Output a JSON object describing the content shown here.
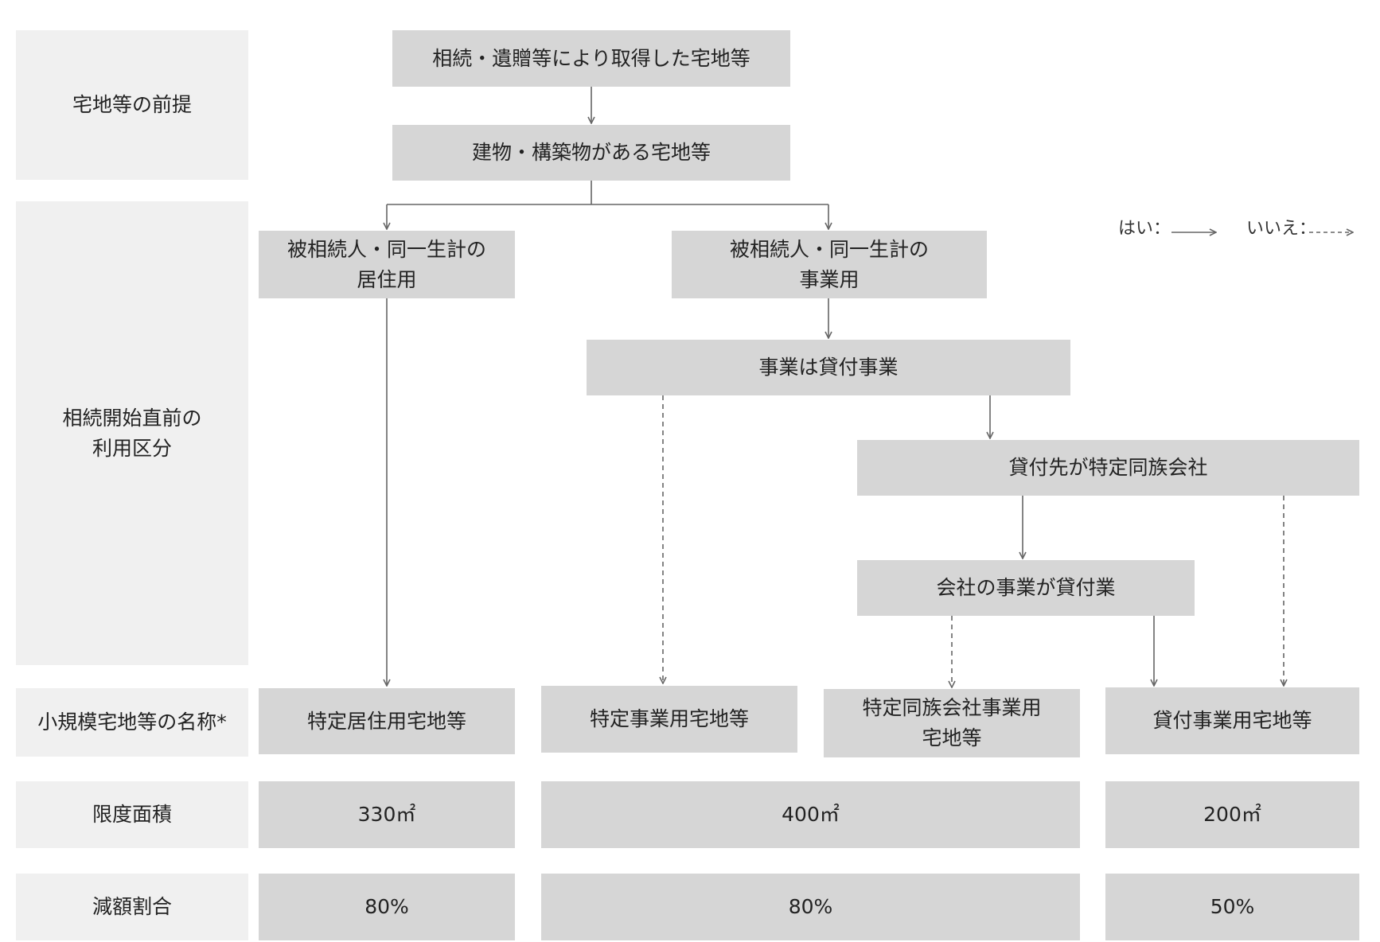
{
  "row_labels": {
    "premise": "宅地等の前提",
    "usage": "相続開始直前の\n利用区分",
    "name": "小規模宅地等の名称*",
    "limit_area": "限度面積",
    "reduction_rate": "減額割合"
  },
  "nodes": {
    "acquired": "相続・遺贈等により取得した宅地等",
    "building": "建物・構築物がある宅地等",
    "residential_use": "被相続人・同一生計の\n居住用",
    "business_use": "被相続人・同一生計の\n事業用",
    "lending_business": "事業は貸付事業",
    "lessee_family_company": "貸付先が特定同族会社",
    "company_lending": "会社の事業が貸付業"
  },
  "categories": {
    "specific_residential": "特定居住用宅地等",
    "specific_business": "特定事業用宅地等",
    "specific_family_company": "特定同族会社事業用\n宅地等",
    "lending_business_land": "貸付事業用宅地等"
  },
  "limits": {
    "residential": "330㎡",
    "business": "400㎡",
    "lending": "200㎡"
  },
  "rates": {
    "residential": "80%",
    "business": "80%",
    "lending": "50%"
  },
  "legend": {
    "yes": "はい：",
    "no": "いいえ："
  },
  "colors": {
    "node_fill": "#d6d6d6",
    "label_fill": "#f0f0f0",
    "line": "#666666",
    "text": "#222222"
  }
}
